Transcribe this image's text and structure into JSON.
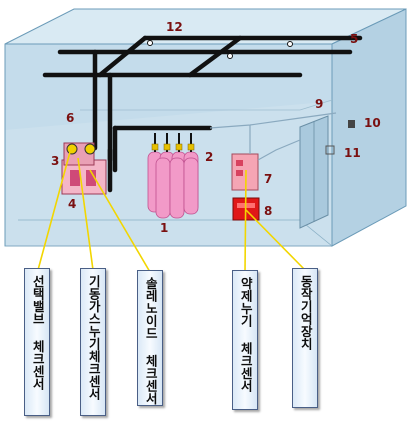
{
  "numbers": {
    "n1": "1",
    "n2": "2",
    "n3": "3",
    "n4": "4",
    "n5": "5",
    "n6": "6",
    "n7": "7",
    "n8": "8",
    "n9": "9",
    "n10": "10",
    "n11": "11",
    "n12": "12"
  },
  "labels": {
    "selector_valve_check_sensor": "선택밸브 체크센서",
    "gas_leak_check_sensor": "기동가스누기체크센서",
    "solenoid_check_sensor": "솔레노이드 체크센서",
    "agent_leak_check_sensor": "약제누기 체크센서",
    "operation_memory_device": "동작기억장치"
  },
  "colors": {
    "room_fill": "#bcd6e6",
    "room_edge": "#5c8fae",
    "pipe": "#111111",
    "cylinder": "#f29ac8",
    "panel": "#f4a3b3",
    "red_unit": "#e01818",
    "leader_line": "#f2d600"
  }
}
